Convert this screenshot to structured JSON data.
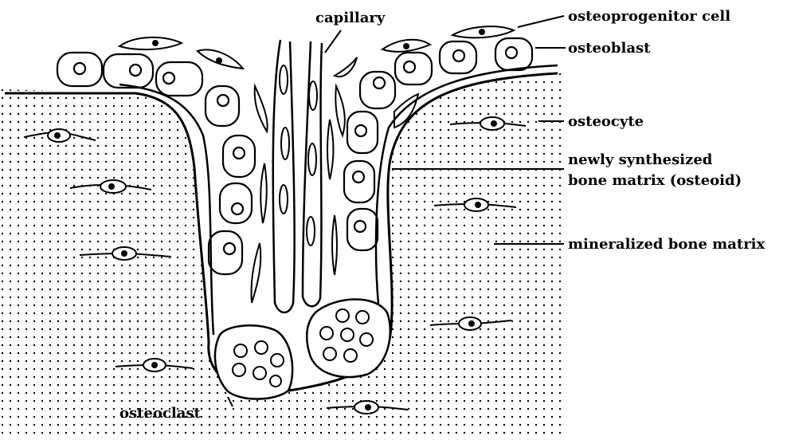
{
  "labels": {
    "capillary": "capillary",
    "osteoprogenitor": "osteoprogenitor cell",
    "osteoblast": "osteoblast",
    "osteocyte": "osteocyte",
    "osteoid_line1": "newly synthesized",
    "osteoid_line2": "bone matrix (osteoid)",
    "mineralized": "mineralized bone matrix",
    "osteoclast": "osteoclast"
  },
  "colors": {
    "ink": "#000000",
    "background": "#ffffff"
  }
}
